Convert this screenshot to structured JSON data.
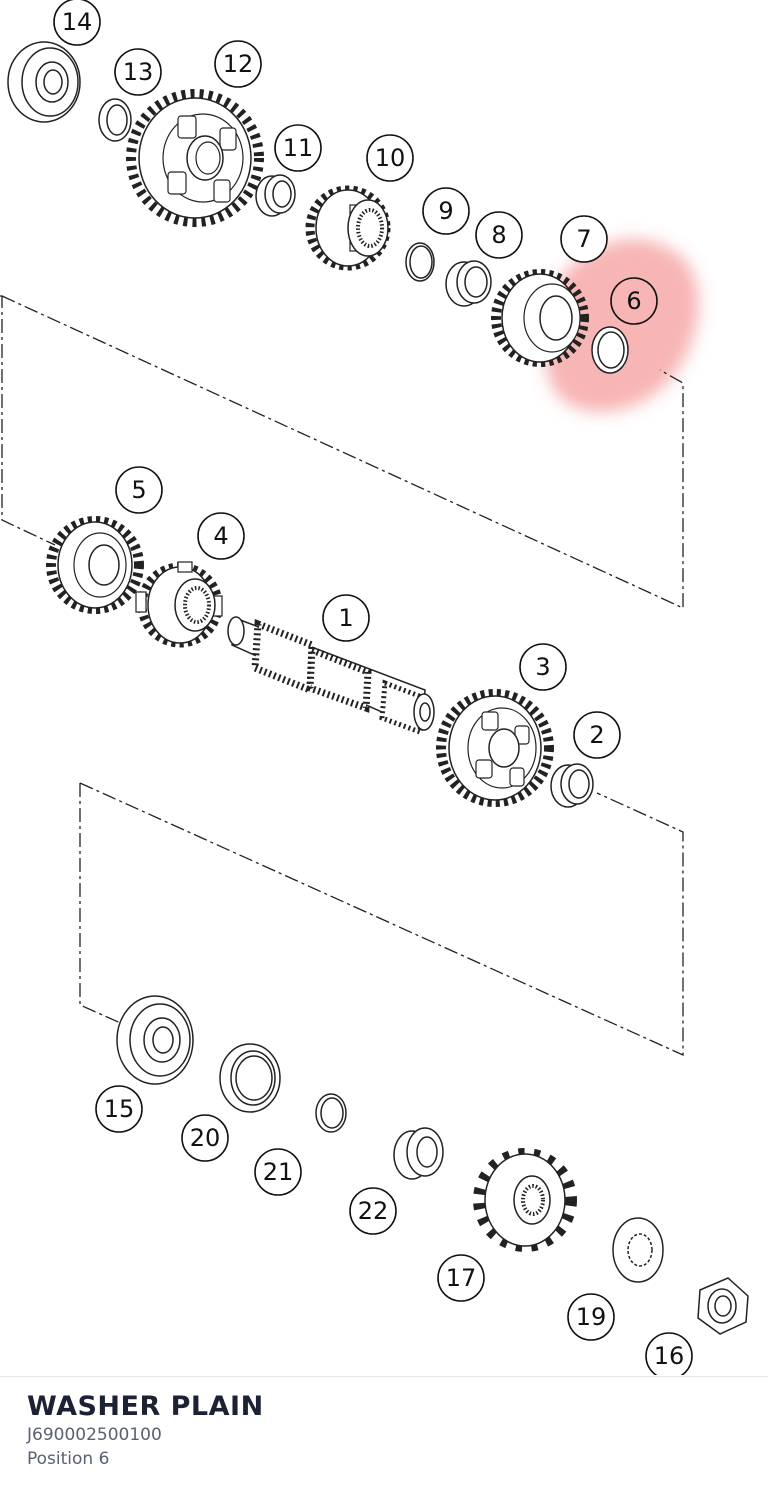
{
  "diagram": {
    "highlight_color": "#ee5b5b",
    "callouts": [
      "1",
      "2",
      "3",
      "4",
      "5",
      "6",
      "7",
      "8",
      "9",
      "10",
      "11",
      "12",
      "13",
      "14",
      "15",
      "16",
      "17",
      "19",
      "20",
      "21",
      "22"
    ],
    "highlighted_callout": "6"
  },
  "part": {
    "name": "WASHER PLAIN",
    "number": "J690002500100",
    "position": "Position 6"
  }
}
